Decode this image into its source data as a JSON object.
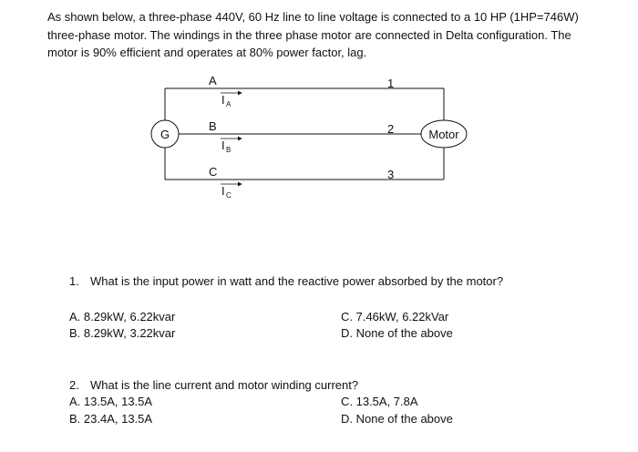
{
  "problem": {
    "intro_lines": [
      "As shown below, a three-phase 440V, 60 Hz line to line voltage is connected to a 10 HP (1HP=746W)",
      "three-phase motor. The windings in the three phase motor are connected in Delta configuration. The",
      "motor is 90% efficient and operates at 80% power factor, lag."
    ]
  },
  "diagram": {
    "source_label": "G",
    "load_label": "Motor",
    "lines": [
      {
        "phase": "A",
        "terminal": "1",
        "current": "I",
        "current_sub": "A"
      },
      {
        "phase": "B",
        "terminal": "2",
        "current": "I",
        "current_sub": "B"
      },
      {
        "phase": "C",
        "terminal": "3",
        "current": "I",
        "current_sub": "C"
      }
    ]
  },
  "questions": [
    {
      "number": "1.",
      "text": "What is the input power in watt and the reactive power absorbed by the motor?",
      "options": {
        "a": "A.  8.29kW, 6.22kvar",
        "b": "B.  8.29kW, 3.22kvar",
        "c": "C. 7.46kW, 6.22kVar",
        "d": "D. None of the above"
      }
    },
    {
      "number": "2.",
      "text": "What is the line current and motor winding current?",
      "options": {
        "a": "A.  13.5A, 13.5A",
        "b": "B.  23.4A, 13.5A",
        "c": "C. 13.5A, 7.8A",
        "d": "D. None of the above"
      }
    }
  ]
}
